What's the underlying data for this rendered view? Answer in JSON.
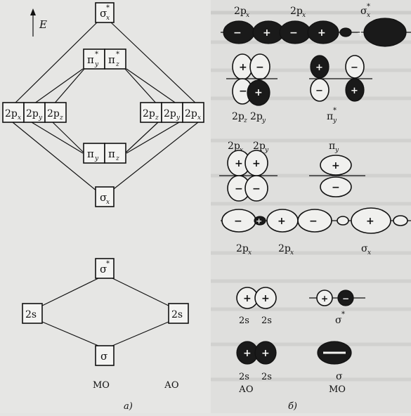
{
  "panel_a": {
    "energy_axis": "E",
    "mo_levels": {
      "sigma_x_star": "σ",
      "pi_y_star": "π",
      "pi_z_star": "π",
      "pi_y": "π",
      "pi_z": "π",
      "sigma_x": "σ",
      "sigma_s_star": "σ",
      "sigma_s": "σ"
    },
    "ao_left": [
      "2p",
      "2p",
      "2p"
    ],
    "ao_right": [
      "2p",
      "2p",
      "2p"
    ],
    "ao_left_subscripts": [
      "x",
      "y",
      "z"
    ],
    "ao_right_subscripts": [
      "z",
      "y",
      "x"
    ],
    "s_left": "2s",
    "s_right": "2s",
    "footer_mo": "МО",
    "footer_ao": "АО",
    "caption": "а)"
  },
  "panel_b": {
    "top_labels": [
      "2p",
      "2p",
      "σ"
    ],
    "top_label_subscripts": [
      "x",
      "x",
      "x"
    ],
    "row2_labels": [
      "2p",
      "2p"
    ],
    "row2_subscripts": [
      "z",
      "y"
    ],
    "pi_star_label": "π",
    "row3_labels": [
      "2p",
      "2p"
    ],
    "row3_subscripts": [
      "x",
      "y"
    ],
    "pi_y_label": "π",
    "row4_labels": [
      "2p",
      "2p",
      "σ"
    ],
    "row4_subscripts": [
      "x",
      "x",
      "x"
    ],
    "s_labels": [
      "2s",
      "2s"
    ],
    "sigma_star": "σ",
    "s2_labels": [
      "2s",
      "2s"
    ],
    "sigma": "σ",
    "footer_ao": "АО",
    "footer_mo": "МО",
    "caption": "б)"
  }
}
